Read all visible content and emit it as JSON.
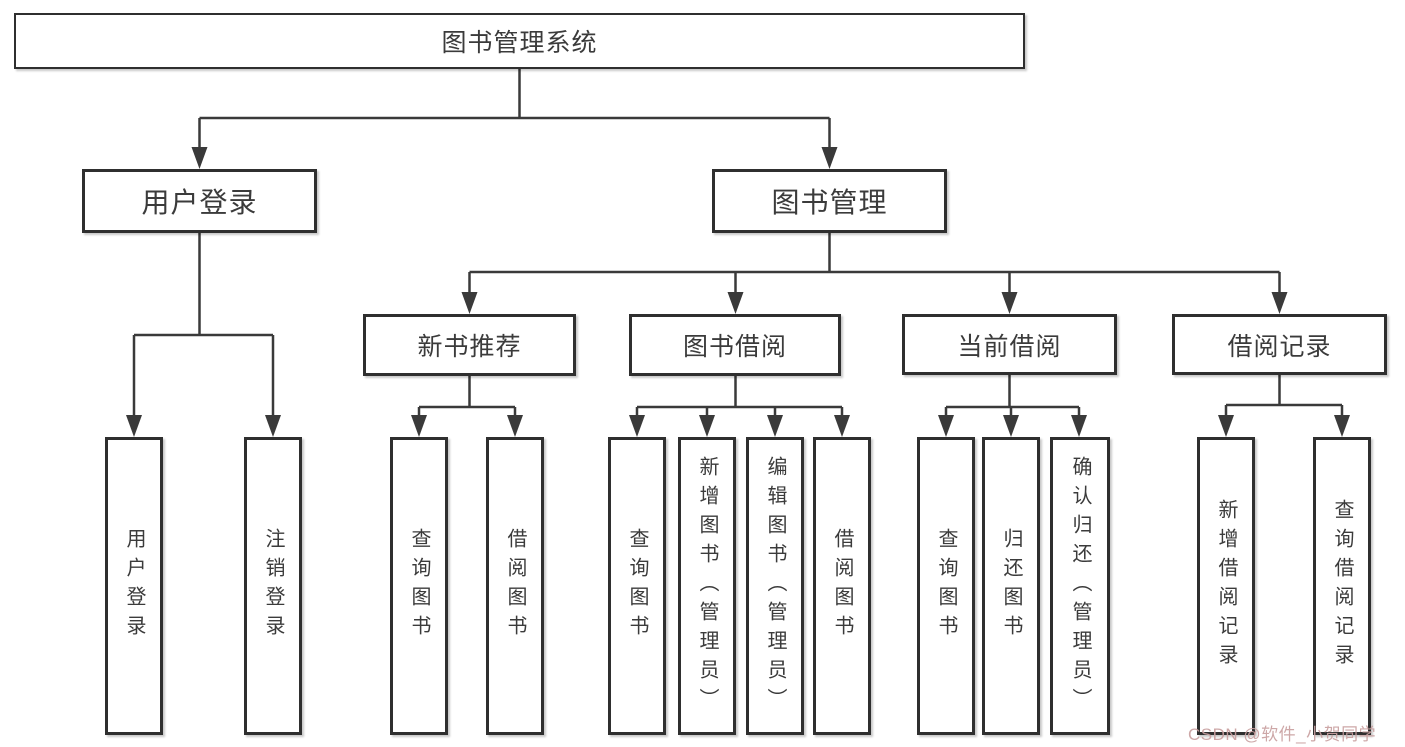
{
  "diagram": {
    "root": {
      "label": "图书管理系统"
    },
    "level2": [
      {
        "label": "用户登录"
      },
      {
        "label": "图书管理"
      }
    ],
    "user_leaves": [
      {
        "label": "用户登录"
      },
      {
        "label": "注销登录"
      }
    ],
    "level3": [
      {
        "label": "新书推荐",
        "leaves": [
          {
            "label": "查询图书"
          },
          {
            "label": "借阅图书"
          }
        ]
      },
      {
        "label": "图书借阅",
        "leaves": [
          {
            "label": "查询图书"
          },
          {
            "label": "新增图书（管理员）"
          },
          {
            "label": "编辑图书（管理员）"
          },
          {
            "label": "借阅图书"
          }
        ]
      },
      {
        "label": "当前借阅",
        "leaves": [
          {
            "label": "查询图书"
          },
          {
            "label": "归还图书"
          },
          {
            "label": "确认归还（管理员）"
          }
        ]
      },
      {
        "label": "借阅记录",
        "leaves": [
          {
            "label": "新增借阅记录"
          },
          {
            "label": "查询借阅记录"
          }
        ]
      }
    ]
  },
  "watermark": {
    "text": "CSDN @软件_小贺同学"
  },
  "colors": {
    "line": "#3a3a3a",
    "box_border": "#2f2f2f",
    "text": "#3b3b3b",
    "watermark": "#c9a0a0",
    "background": "#ffffff"
  }
}
